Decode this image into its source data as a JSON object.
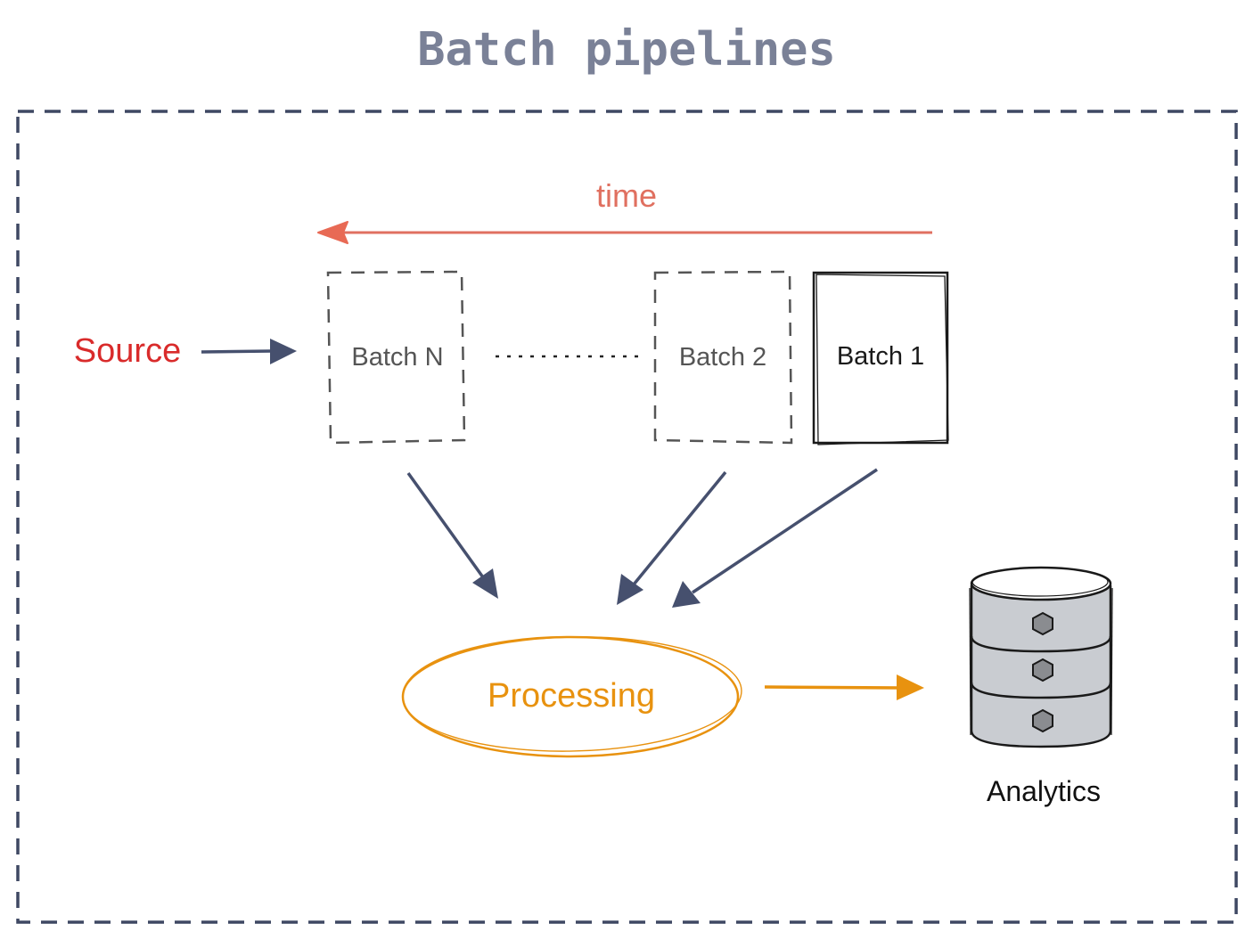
{
  "title": "Batch pipelines",
  "time_label": "time",
  "source_label": "Source",
  "batches": [
    {
      "label": "Batch N",
      "style": "dashed"
    },
    {
      "label": "Batch 2",
      "style": "dashed"
    },
    {
      "label": "Batch 1",
      "style": "solid"
    }
  ],
  "processing_label": "Processing",
  "analytics_label": "Analytics",
  "colors": {
    "title": "#7a8197",
    "frame": "#3f4863",
    "time": "#e07060",
    "source": "#d92b2b",
    "arrow": "#46506e",
    "processing": "#e8920f",
    "batch_dashed": "#555555",
    "batch_solid": "#1a1a1a",
    "db_fill": "#c9ccd1"
  }
}
